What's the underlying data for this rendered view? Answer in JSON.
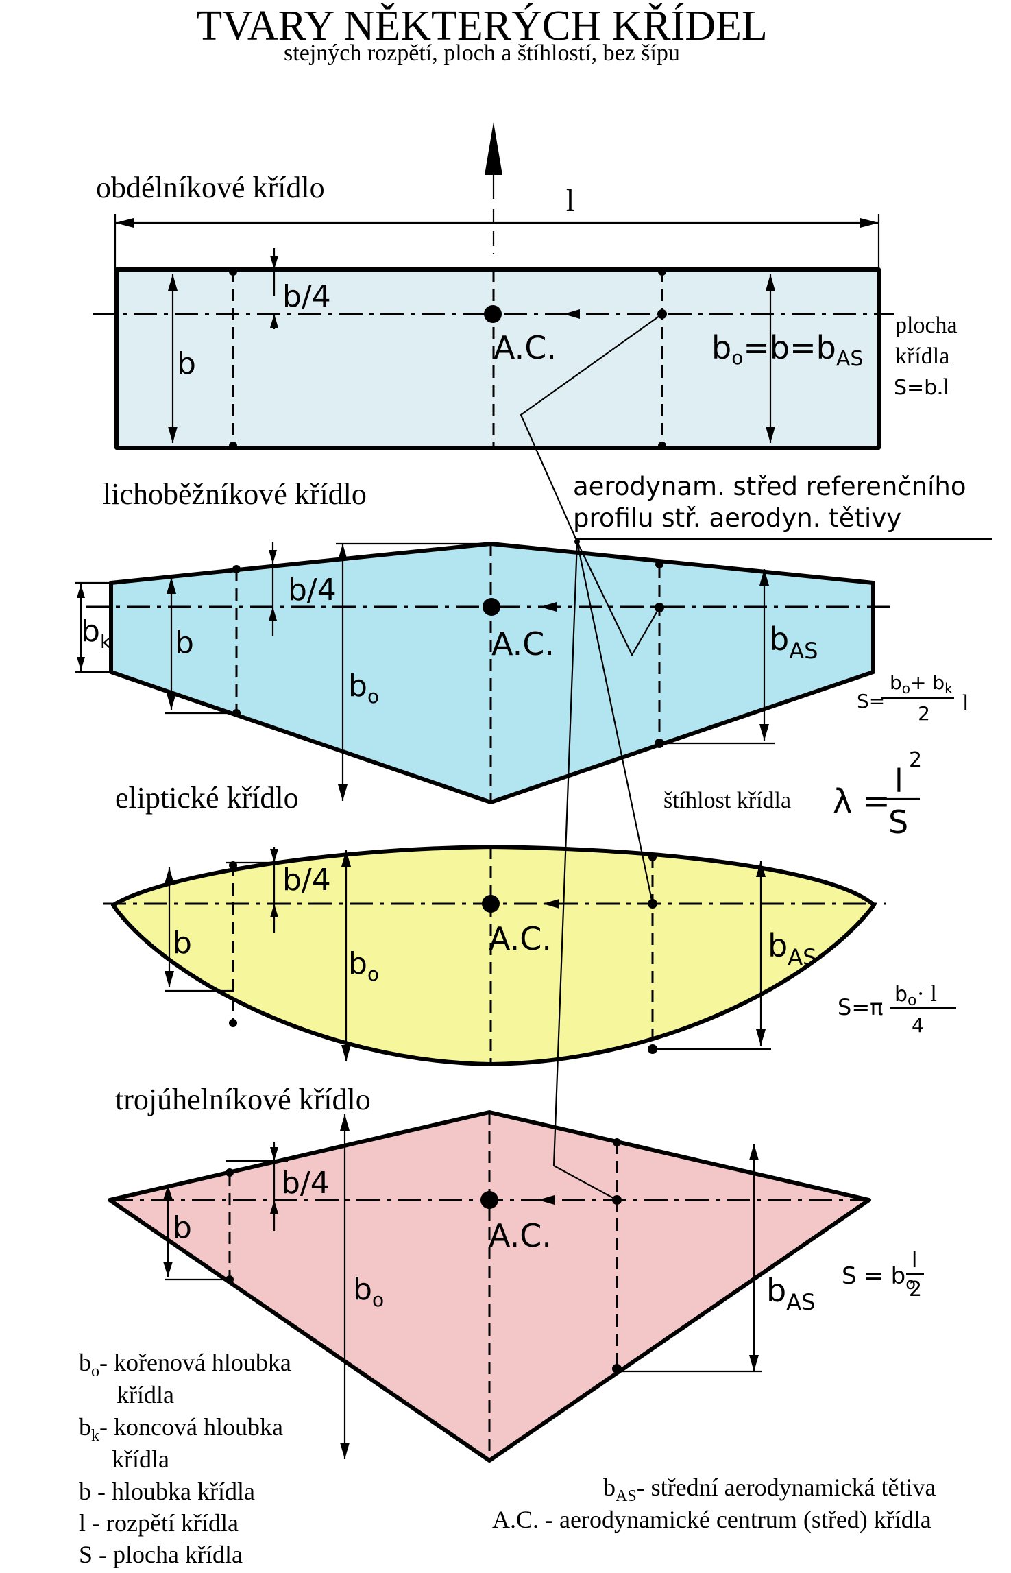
{
  "title": "TVARY NĚKTERÝCH KŘÍDEL",
  "subtitle": "stejných rozpětí, ploch a štíhlostí, bez šípu",
  "span_symbol": "l",
  "colors": {
    "rect_fill": "#dfeef3",
    "trap_fill": "#b3e5f1",
    "ellipse_fill": "#f6f69c",
    "triangle_fill": "#f3c6c8",
    "ink": "#000000"
  },
  "wings": [
    {
      "name": "obdélníkové křídlo",
      "b_label": "b",
      "quarter_label": "b/4",
      "ac_label": "A.C.",
      "chord_label": "b",
      "chord_sub": "o",
      "eq1": "=",
      "mid_label": "b",
      "eq2": "=",
      "bas_label": "b",
      "bas_sub": "AS",
      "area_line1": "plocha",
      "area_line2": "křídla",
      "area_formula": "S=b",
      "area_tail": ".l"
    },
    {
      "name": "lichoběžníkové křídlo",
      "bk_label": "b",
      "bk_sub": "k",
      "b_label": "b",
      "quarter_label": "b/4",
      "ac_label": "A.C.",
      "bo_label": "b",
      "bo_sub": "o",
      "bas_label": "b",
      "bas_sub": "AS",
      "area_s": "S=",
      "area_num": "b",
      "area_num_sub": "o",
      "area_plus": "+ b",
      "area_plus_sub": "k",
      "area_den": "2",
      "area_tail": "l"
    },
    {
      "name": "eliptické křídlo",
      "b_label": "b",
      "quarter_label": "b/4",
      "ac_label": "A.C.",
      "bo_label": "b",
      "bo_sub": "o",
      "bas_label": "b",
      "bas_sub": "AS",
      "area_s": "S=π",
      "area_num": "b",
      "area_num_sub": "o",
      "area_num_tail": "· l",
      "area_den": "4"
    },
    {
      "name": "trojúhelníkové křídlo",
      "b_label": "b",
      "quarter_label": "b/4",
      "ac_label": "A.C.",
      "bo_label": "b",
      "bo_sub": "o",
      "bas_label": "b",
      "bas_sub": "AS",
      "area_s": "S = b",
      "area_s_sub": "o",
      "area_num": "l",
      "area_den": "2"
    }
  ],
  "ac_note": {
    "line1": "aerodynam. střed referenčního",
    "line2": "profilu stř. aerodyn. tětivy"
  },
  "slenderness": {
    "label": "štíhlost křídla",
    "lambda": "λ =",
    "num": "l",
    "power": "2",
    "den": "S"
  },
  "legend_left": [
    {
      "sym": "b",
      "sub": "o",
      "text": "- kořenová hloubka"
    },
    {
      "sym": "",
      "sub": "",
      "text": "křídla"
    },
    {
      "sym": "b",
      "sub": "k",
      "text": "- koncová hloubka"
    },
    {
      "sym": "",
      "sub": "",
      "text": "křídla"
    },
    {
      "sym": "b",
      "sub": "",
      "text": "- hloubka křídla"
    },
    {
      "sym": "l",
      "sub": "",
      "text": "- rozpětí křídla"
    },
    {
      "sym": "S",
      "sub": "",
      "text": "- plocha křídla"
    }
  ],
  "legend_right": [
    {
      "sym": "b",
      "sub": "AS",
      "text": "- střední aerodynamická tětiva"
    },
    {
      "sym": "A.C.",
      "sub": "",
      "text": "- aerodynamické centrum (střed) křídla"
    }
  ]
}
